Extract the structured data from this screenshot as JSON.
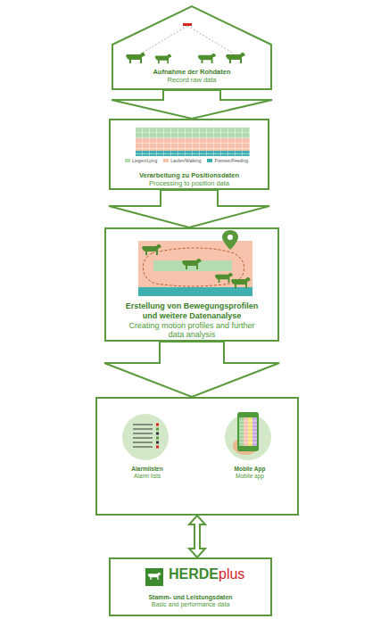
{
  "diagram": {
    "nodes": [
      {
        "text": [
          "Aufnahme der Rohdaten",
          "Record raw data"
        ]
      },
      {
        "text": [
          "Verarbeitung zu Positionsdaten",
          "Processing to position data"
        ]
      },
      {
        "text": [
          "Erstellung von Bewegungsprofilen und weitere Datenanalyse",
          "Creating motion profiles and further data analysis"
        ]
      },
      {
        "text": []
      },
      {
        "text": [
          "Alarmlisten",
          "Alarm lists"
        ],
        "in": 3
      },
      {
        "text": [
          "Mobile App",
          "Mobile app"
        ],
        "in": 3
      },
      {
        "text": [
          "Stamm- und Leistungsdaten",
          "Basic and performance data"
        ]
      }
    ],
    "edges": [
      {
        "from": 0,
        "to": 1,
        "arrow": "to"
      },
      {
        "from": 1,
        "to": 2,
        "arrow": "to"
      },
      {
        "from": 2,
        "to": 3,
        "arrow": "to"
      },
      {
        "from": 3,
        "to": 6,
        "arrow": "both"
      }
    ],
    "labels": [
      "HERDE",
      "plus"
    ],
    "legend": [
      {
        "text": "Liegen/Lying",
        "color": "#b5dcb0"
      },
      {
        "text": "Laufen/Walking",
        "color": "#f6c1ad"
      },
      {
        "text": "Fressen/Feeding",
        "color": "#3fb0b0"
      }
    ]
  }
}
